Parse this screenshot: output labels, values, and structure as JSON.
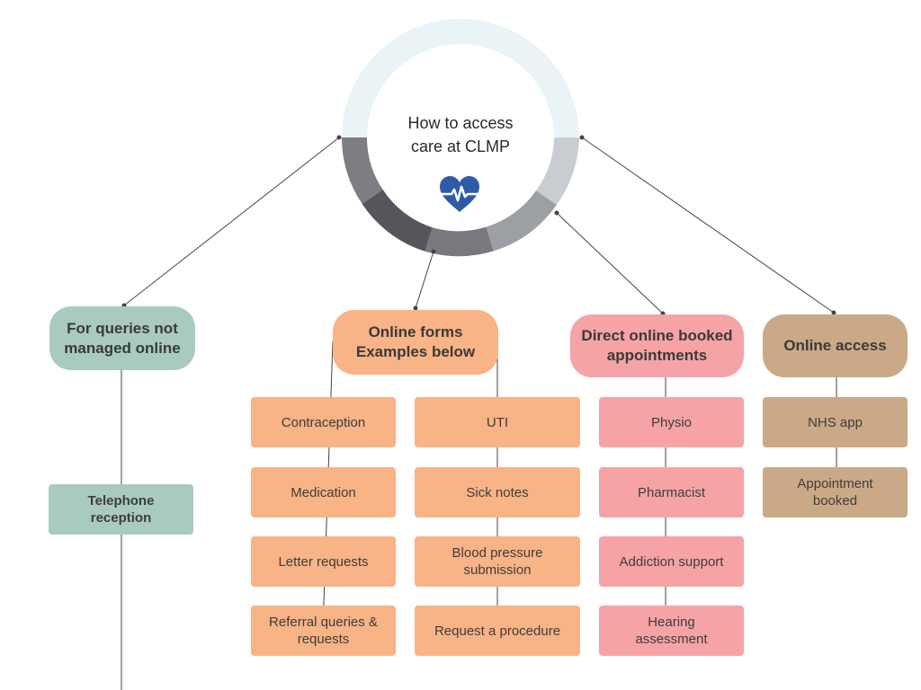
{
  "center": {
    "title": "How to access\ncare at CLMP",
    "icon": "heart-pulse-icon",
    "icon_color": "#2f5aa8"
  },
  "colors": {
    "teal": "#a9cbbd",
    "orange": "#f8b386",
    "pink": "#f6a3a5",
    "brown": "#cca986"
  },
  "branches": {
    "telephone": {
      "header": "For queries not\nmanaged online",
      "items": [
        "Telephone\nreception"
      ]
    },
    "online_forms": {
      "header": "Online forms\nExamples below",
      "left_items": [
        "Contraception",
        "Medication",
        "Letter requests",
        "Referral queries &\nrequests"
      ],
      "right_items": [
        "UTI",
        "Sick notes",
        "Blood pressure\nsubmission",
        "Request a procedure"
      ]
    },
    "direct_booking": {
      "header": "Direct online booked\nappointments",
      "items": [
        "Physio",
        "Pharmacist",
        "Addiction support",
        "Hearing\nassessment"
      ]
    },
    "online_access": {
      "header": "Online access",
      "items": [
        "NHS app",
        "Appointment\nbooked"
      ]
    }
  }
}
